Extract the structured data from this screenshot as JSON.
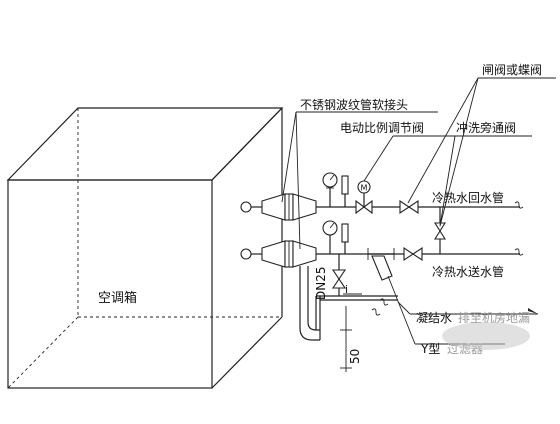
{
  "diagram": {
    "box_label": "空调箱",
    "callouts": {
      "flex_joint": "不锈钢波纹管软接头",
      "gate_butterfly_valve": "闸阀或蝶阀",
      "control_valve": "电动比例调节阀",
      "flush_bypass_valve": "冲洗旁通阀"
    },
    "pipes": {
      "return": "冷热水回水管",
      "supply": "冷热水送水管"
    },
    "drain": {
      "pipe_size": "DN25",
      "slope_mark": "i",
      "dimension": "50",
      "condensate_label": "凝结水",
      "condensate_suffix": "排至机房地漏"
    },
    "strainer_label": "Y型",
    "strainer_suffix": "过滤器"
  },
  "icons": [
    "pressure-gauge-icon",
    "thermometer-icon",
    "gate-valve-icon",
    "control-valve-icon",
    "y-strainer-icon",
    "flex-joint-icon",
    "break-mark-icon"
  ]
}
